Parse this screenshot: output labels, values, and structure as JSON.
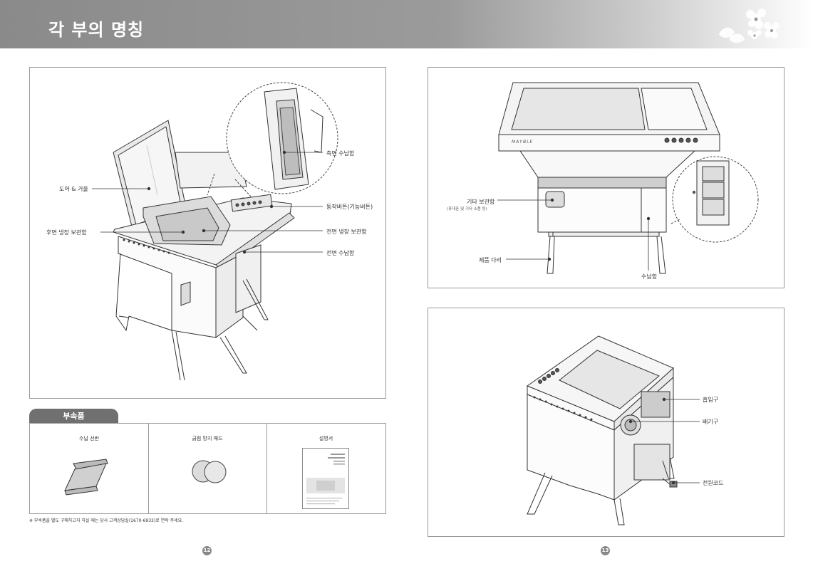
{
  "header": {
    "title": "각 부의 명칭"
  },
  "left_panel": {
    "callouts": {
      "door_mirror": "도어 & 거울",
      "rear_fridge": "후면 냉장 보관함",
      "side_storage": "측면 수납함",
      "buttons": "동작버튼(기능버튼)",
      "front_fridge": "전면 냉장 보관함",
      "front_storage": "전면 수납함"
    }
  },
  "accessories": {
    "title": "부속품",
    "items": [
      {
        "label": "수납 선반"
      },
      {
        "label": "긁힘 방지 패드"
      },
      {
        "label": "설명서"
      }
    ],
    "note": "※ 부속품을 별도 구매하고자 하실 때는 당사 고객상담실(1670-6933)로 연락 주세요."
  },
  "top_right": {
    "brand": "MAYBLE",
    "callouts": {
      "other_storage": "기타 보관함",
      "other_storage_sub": "(휴대폰 및 기타 소품 등)",
      "legs": "제품 다리",
      "storage": "수납함"
    }
  },
  "bottom_right": {
    "callouts": {
      "intake": "흡입구",
      "exhaust": "배기구",
      "power_cord": "전원코드"
    }
  },
  "pages": {
    "left": "12",
    "right": "13"
  }
}
